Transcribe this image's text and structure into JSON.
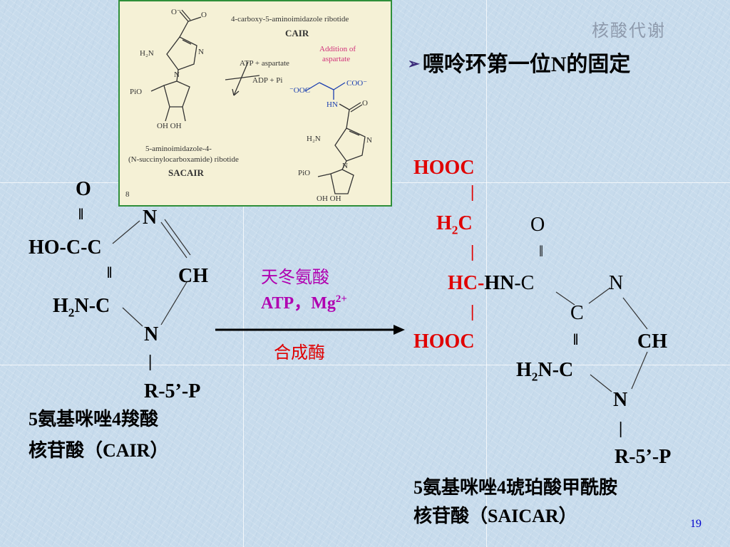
{
  "header": {
    "watermark": "核酸代谢",
    "heading_arrow": "➢",
    "heading": "嘌呤环第一位N的固定"
  },
  "figure": {
    "cair_name": "4-carboxy-5-aminoimidazole ribotide",
    "cair_abbr": "CAIR",
    "sacair_name_1": "5-aminoimidazole-4-",
    "sacair_name_2": "(N-succinylocarboxamide) ribotide",
    "sacair_abbr": "SACAIR",
    "reagents_in": "ATP + aspartate",
    "reagents_out": "ADP + Pi",
    "addition_label_1": "Addition of",
    "addition_label_2": "aspartate",
    "figure_number": "8",
    "atoms": {
      "o": "O",
      "ominus": "O⁻",
      "n": "N",
      "h2n": "H₂N",
      "pio": "PiO",
      "ohoh": "OH OH",
      "coo": "COO⁻",
      "ooc": "⁻OOC",
      "hn": "HN"
    }
  },
  "left_structure": {
    "o": "O",
    "dbl": "‖",
    "n_top": "N",
    "hocc": "HO-C-C",
    "dbl2": "‖",
    "ch": "CH",
    "h2nc_h": "H",
    "h2nc_sub": "2",
    "h2nc_rest": "N-C",
    "n_bottom": "N",
    "bond": "|",
    "r5p": "R-5’-P",
    "name_line1": "5氨基咪唑4羧酸",
    "name_line2": "核苷酸（CAIR）"
  },
  "reaction": {
    "reagent_line1": "天冬氨酸",
    "reagent_atp": "ATP，Mg",
    "reagent_charge": "2+",
    "enzyme": "合成酶"
  },
  "right_structure": {
    "hooc_top": "HOOC",
    "bond": "|",
    "h2c_h": "H",
    "h2c_sub": "2",
    "h2c_c": "C",
    "o": "O",
    "dbl": "‖",
    "hc": "HC",
    "dash": "-",
    "hn": "HN",
    "dash_c": "-C",
    "n_top": "N",
    "c": "C",
    "hooc_bottom": "HOOC",
    "dbl2": "‖",
    "ch": "CH",
    "h2nc_h": "H",
    "h2nc_sub": "2",
    "h2nc_rest": "N-C",
    "n_bottom": "N",
    "r5p": "R-5’-P",
    "name_line1": "5氨基咪唑4琥珀酸甲酰胺",
    "name_line2": "核苷酸（SAICAR）"
  },
  "footer": {
    "page_number": "19"
  }
}
